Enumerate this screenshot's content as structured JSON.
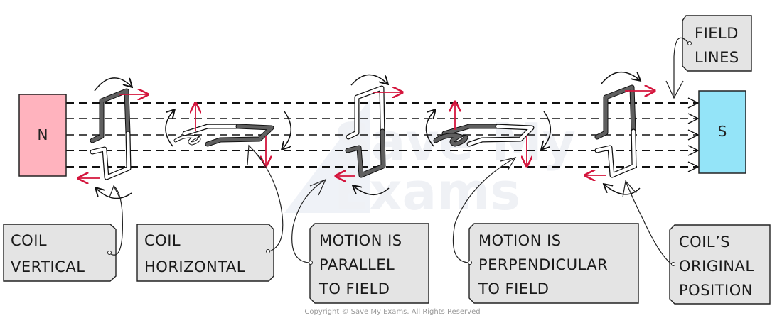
{
  "diagram": {
    "title": "Rotating coil in a magnetic field between magnet poles",
    "magnets": {
      "north": {
        "label": "N",
        "color": "#ffb3be"
      },
      "south": {
        "label": "S",
        "color": "#94e4f8"
      }
    },
    "field_line_count": 5,
    "colors": {
      "force_arrow": "#d4143c",
      "coil_dark": "#5f5f5f",
      "coil_light": "#ffffff",
      "tag_fill": "#e4e4e4",
      "outline": "#1a1a1a"
    },
    "coil_stages": [
      {
        "id": "stage-1",
        "orientation": "vertical",
        "dark_side": "top"
      },
      {
        "id": "stage-2",
        "orientation": "horizontal",
        "dark_side": "right"
      },
      {
        "id": "stage-3",
        "orientation": "vertical",
        "dark_side": "bottom"
      },
      {
        "id": "stage-4",
        "orientation": "horizontal",
        "dark_side": "left"
      },
      {
        "id": "stage-5",
        "orientation": "vertical",
        "dark_side": "top"
      }
    ],
    "labels": {
      "field_lines": [
        "FIELD",
        "LINES"
      ],
      "coil_vertical": [
        "COIL",
        "VERTICAL"
      ],
      "coil_horizontal": [
        "COIL",
        "HORIZONTAL"
      ],
      "motion_parallel": [
        "MOTION IS",
        "PARALLEL",
        "TO FIELD"
      ],
      "motion_perpendicular": [
        "MOTION IS",
        "PERPENDICULAR",
        "TO FIELD"
      ],
      "original_position": [
        "COIL’S",
        "ORIGINAL",
        "POSITION"
      ]
    },
    "watermark": [
      "Save My",
      "Exams"
    ],
    "copyright": "Copyright © Save My Exams. All Rights Reserved"
  }
}
